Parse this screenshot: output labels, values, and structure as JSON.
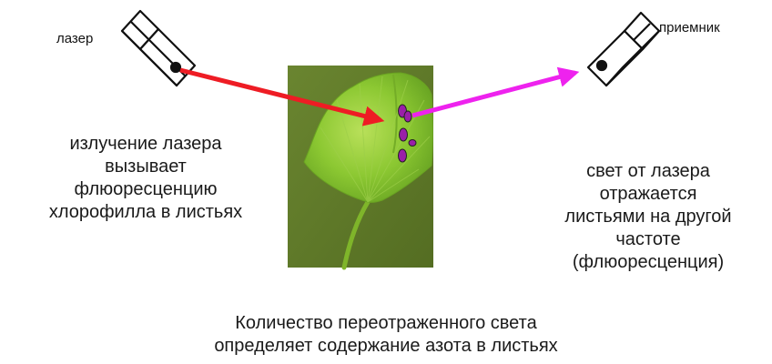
{
  "labels": {
    "laser": "лазер",
    "receiver": "приемник"
  },
  "left_caption": {
    "lines": [
      "излучение лазера",
      "вызывает",
      "флюоресценцию",
      "хлорофилла в листьях"
    ]
  },
  "right_caption": {
    "lines": [
      "свет от лазера",
      "отражается",
      "листьями на другой",
      "частоте",
      "(флюоресценция)"
    ]
  },
  "bottom_caption": {
    "lines": [
      "Количество переотраженного света",
      "определяет содержание азота в листьях"
    ]
  },
  "colors": {
    "laser_beam": "#ee1c24",
    "reflected_beam": "#ee22ee",
    "spot_fill": "#9a1fa8",
    "leaf_background": "#5f7a28"
  },
  "icons": {
    "laser": "laser-device-icon",
    "receiver": "receiver-device-icon",
    "leaf": "ginkgo-leaf-icon"
  }
}
